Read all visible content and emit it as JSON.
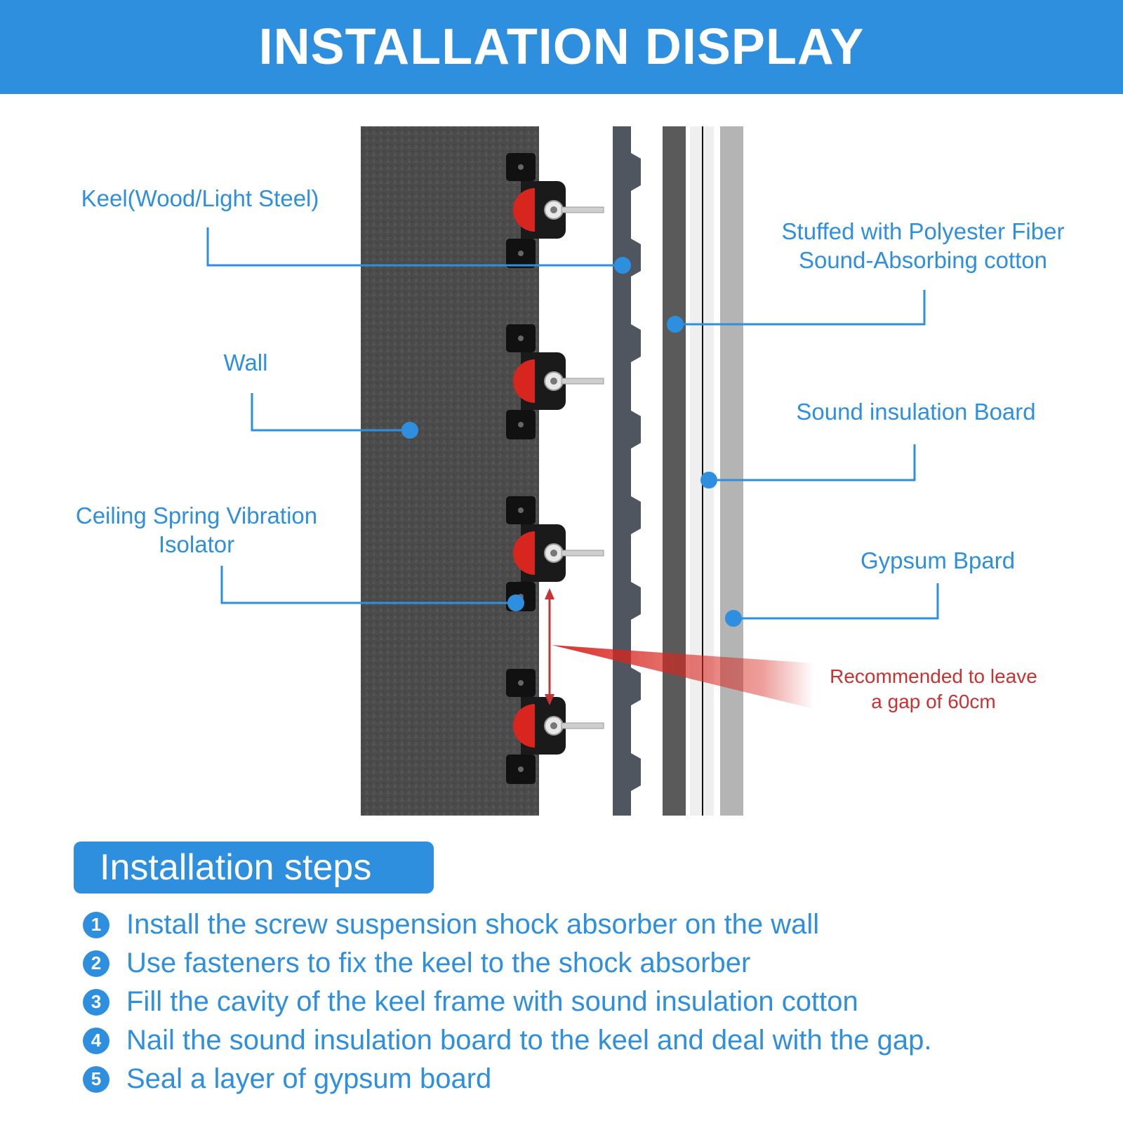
{
  "header": {
    "title": "INSTALLATION DISPLAY"
  },
  "labels": {
    "keel": "Keel(Wood/Light Steel)",
    "wall": "Wall",
    "isolator_line1": "Ceiling Spring Vibration",
    "isolator_line2": "Isolator",
    "cotton_line1": "Stuffed with Polyester Fiber",
    "cotton_line2": "Sound-Absorbing cotton",
    "insulation_board": "Sound insulation Board",
    "gypsum": "Gypsum Bpard",
    "gap_line1": "Recommended to leave",
    "gap_line2": "a gap of 60cm"
  },
  "steps_section": {
    "title": "Installation steps",
    "steps": [
      {
        "number": "1",
        "text": "Install the screw suspension shock absorber on the wall"
      },
      {
        "number": "2",
        "text": "Use fasteners to fix the keel to the shock absorber"
      },
      {
        "number": "3",
        "text": "Fill the cavity of the keel frame with sound insulation cotton"
      },
      {
        "number": "4",
        "text": "Nail the sound insulation board to the keel and deal with the gap."
      },
      {
        "number": "5",
        "text": "Seal a layer of gypsum board"
      }
    ]
  },
  "colors": {
    "accent": "#2f8fdf",
    "wall": "#4a4a4a",
    "keel": "#4f5660",
    "cotton": "#5a5a5a",
    "gypsum": "#b4b4b4",
    "isolator_red": "#d8261f",
    "gap_red": "#c93232"
  }
}
